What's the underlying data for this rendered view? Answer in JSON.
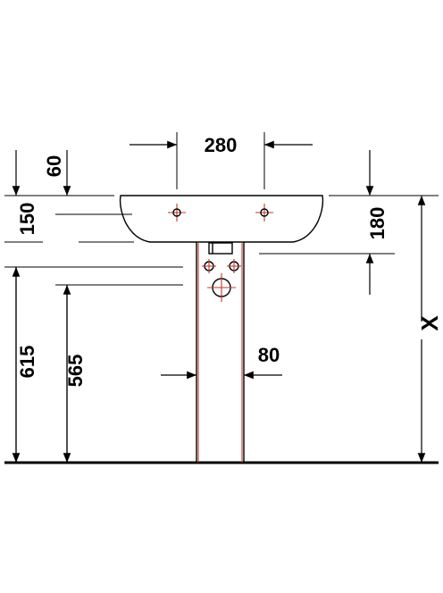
{
  "dimensions": {
    "width_holes": "280",
    "top_offset": "60",
    "basin_depth_left": "150",
    "basin_depth_right": "180",
    "height_rim": "615",
    "height_bottom": "565",
    "pedestal_width": "80",
    "variable_height": "X"
  }
}
